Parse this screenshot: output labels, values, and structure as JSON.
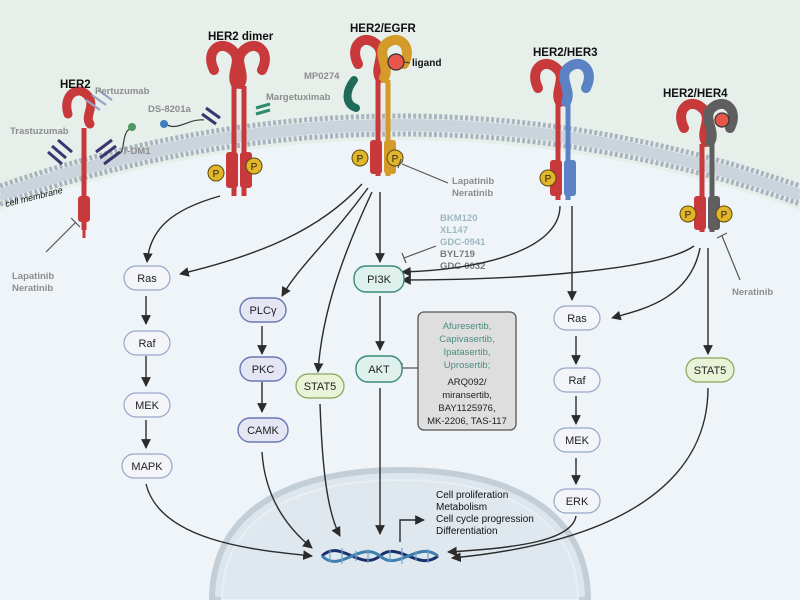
{
  "receptors": {
    "her2": "HER2",
    "her2_dimer": "HER2 dimer",
    "her2_egfr": "HER2/EGFR",
    "her2_her3": "HER2/HER3",
    "her2_her4": "HER2/HER4"
  },
  "labels": {
    "cell_membrane": "cell membrane",
    "ligand": "ligand",
    "phospho": "P"
  },
  "drugs": {
    "pertuzumab": "Pertuzumab",
    "trastuzumab": "Trastuzumab",
    "tdm1": "T-DM1",
    "ds8201a": "DS-8201a",
    "margetuximab": "Margetuximab",
    "mp0274": "MP0274",
    "lapatinib_neratinib_left": [
      "Lapatinib",
      "Neratinib"
    ],
    "lapatinib_neratinib_center": [
      "Lapatinib",
      "Neratinib"
    ],
    "neratinib_right": "Neratinib",
    "pi3k_inhibitors": [
      "BKM120",
      "XL147",
      "GDC-0941",
      "BYL719",
      "GDC-0032"
    ],
    "akt_inhibitors_green": [
      "Afuresertib,",
      "Capivasertib,",
      "Ipatasertib,",
      "Uprosertib;"
    ],
    "akt_inhibitors_black": [
      "ARQ092/",
      "miransertib,",
      "BAY1125976,",
      "MK-2206, TAS-117"
    ]
  },
  "nodes": {
    "ras_left": "Ras",
    "raf_left": "Raf",
    "mek_left": "MEK",
    "mapk": "MAPK",
    "plcg": "PLCγ",
    "pkc": "PKC",
    "camk": "CAMK",
    "stat5_center": "STAT5",
    "pi3k": "PI3K",
    "akt": "AKT",
    "ras_right": "Ras",
    "raf_right": "Raf",
    "mek_right": "MEK",
    "erk": "ERK",
    "stat5_right": "STAT5"
  },
  "outcomes": [
    "Cell proliferation",
    "Metabolism",
    "Cell cycle progression",
    "Differentiation"
  ],
  "colors": {
    "her2": "#c7393b",
    "egfr": "#d49a2a",
    "her3": "#5b82c4",
    "her4": "#5f5f5f",
    "membrane": "#a9b3bf",
    "cytoplasm": "#eef4f8",
    "nucleus": "#dfe9ef",
    "node_border": "#9aa6c9",
    "green_node": "#e9f3d7",
    "teal_node": "#dff1ec"
  }
}
